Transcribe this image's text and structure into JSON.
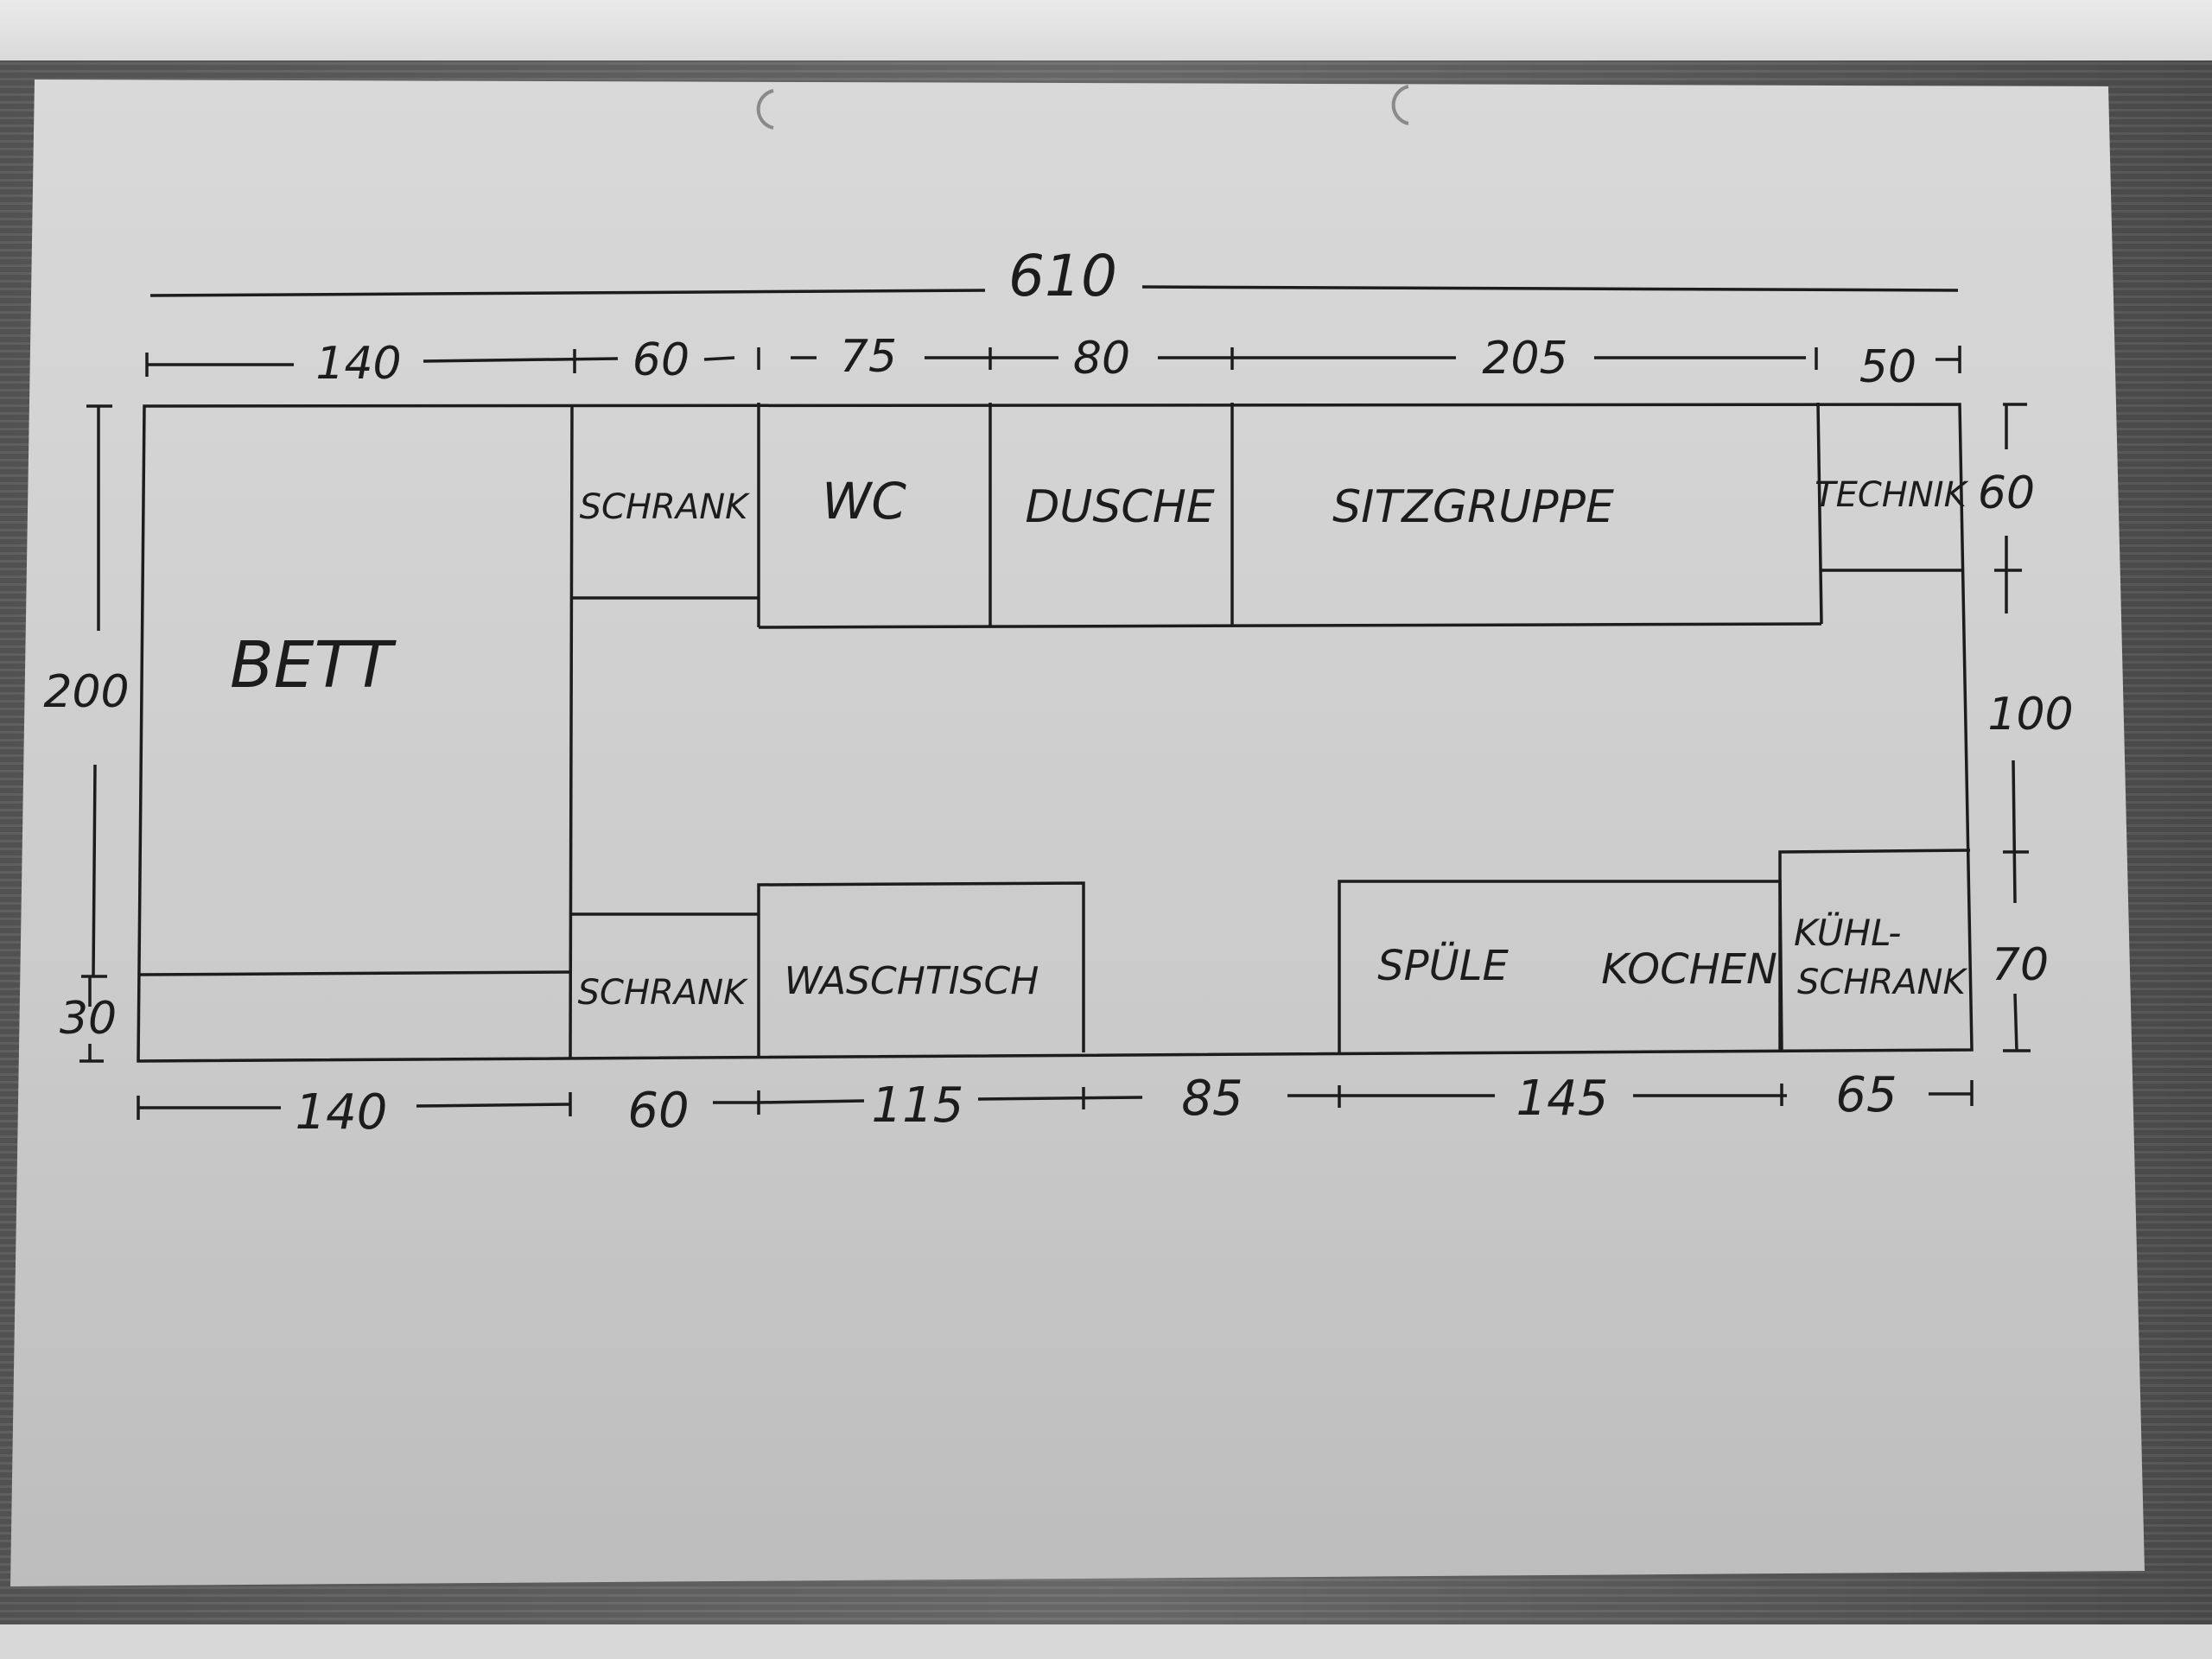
{
  "paper": {
    "background": "#cfcfcf",
    "ink": "#1c1c1c"
  },
  "dimensions": {
    "overall_length": "610",
    "top": [
      "140",
      "60",
      "75",
      "80",
      "205",
      "50"
    ],
    "bottom": [
      "140",
      "60",
      "115",
      "85",
      "145",
      "65"
    ],
    "left": [
      "200",
      "30"
    ],
    "right": [
      "60",
      "100",
      "70"
    ]
  },
  "rooms": {
    "bett": "BETT",
    "schrank_top": "SCHRANK",
    "wc": "WC",
    "dusche": "DUSCHE",
    "sitzgruppe": "SITZGRUPPE",
    "technik": "TECHNIK",
    "schrank_bottom": "SCHRANK",
    "waschtisch": "WASCHTISCH",
    "spuele": "SPÜLE",
    "kochen": "KOCHEN",
    "kuehlschrank_line1": "KÜHL-",
    "kuehlschrank_line2": "SCHRANK"
  }
}
